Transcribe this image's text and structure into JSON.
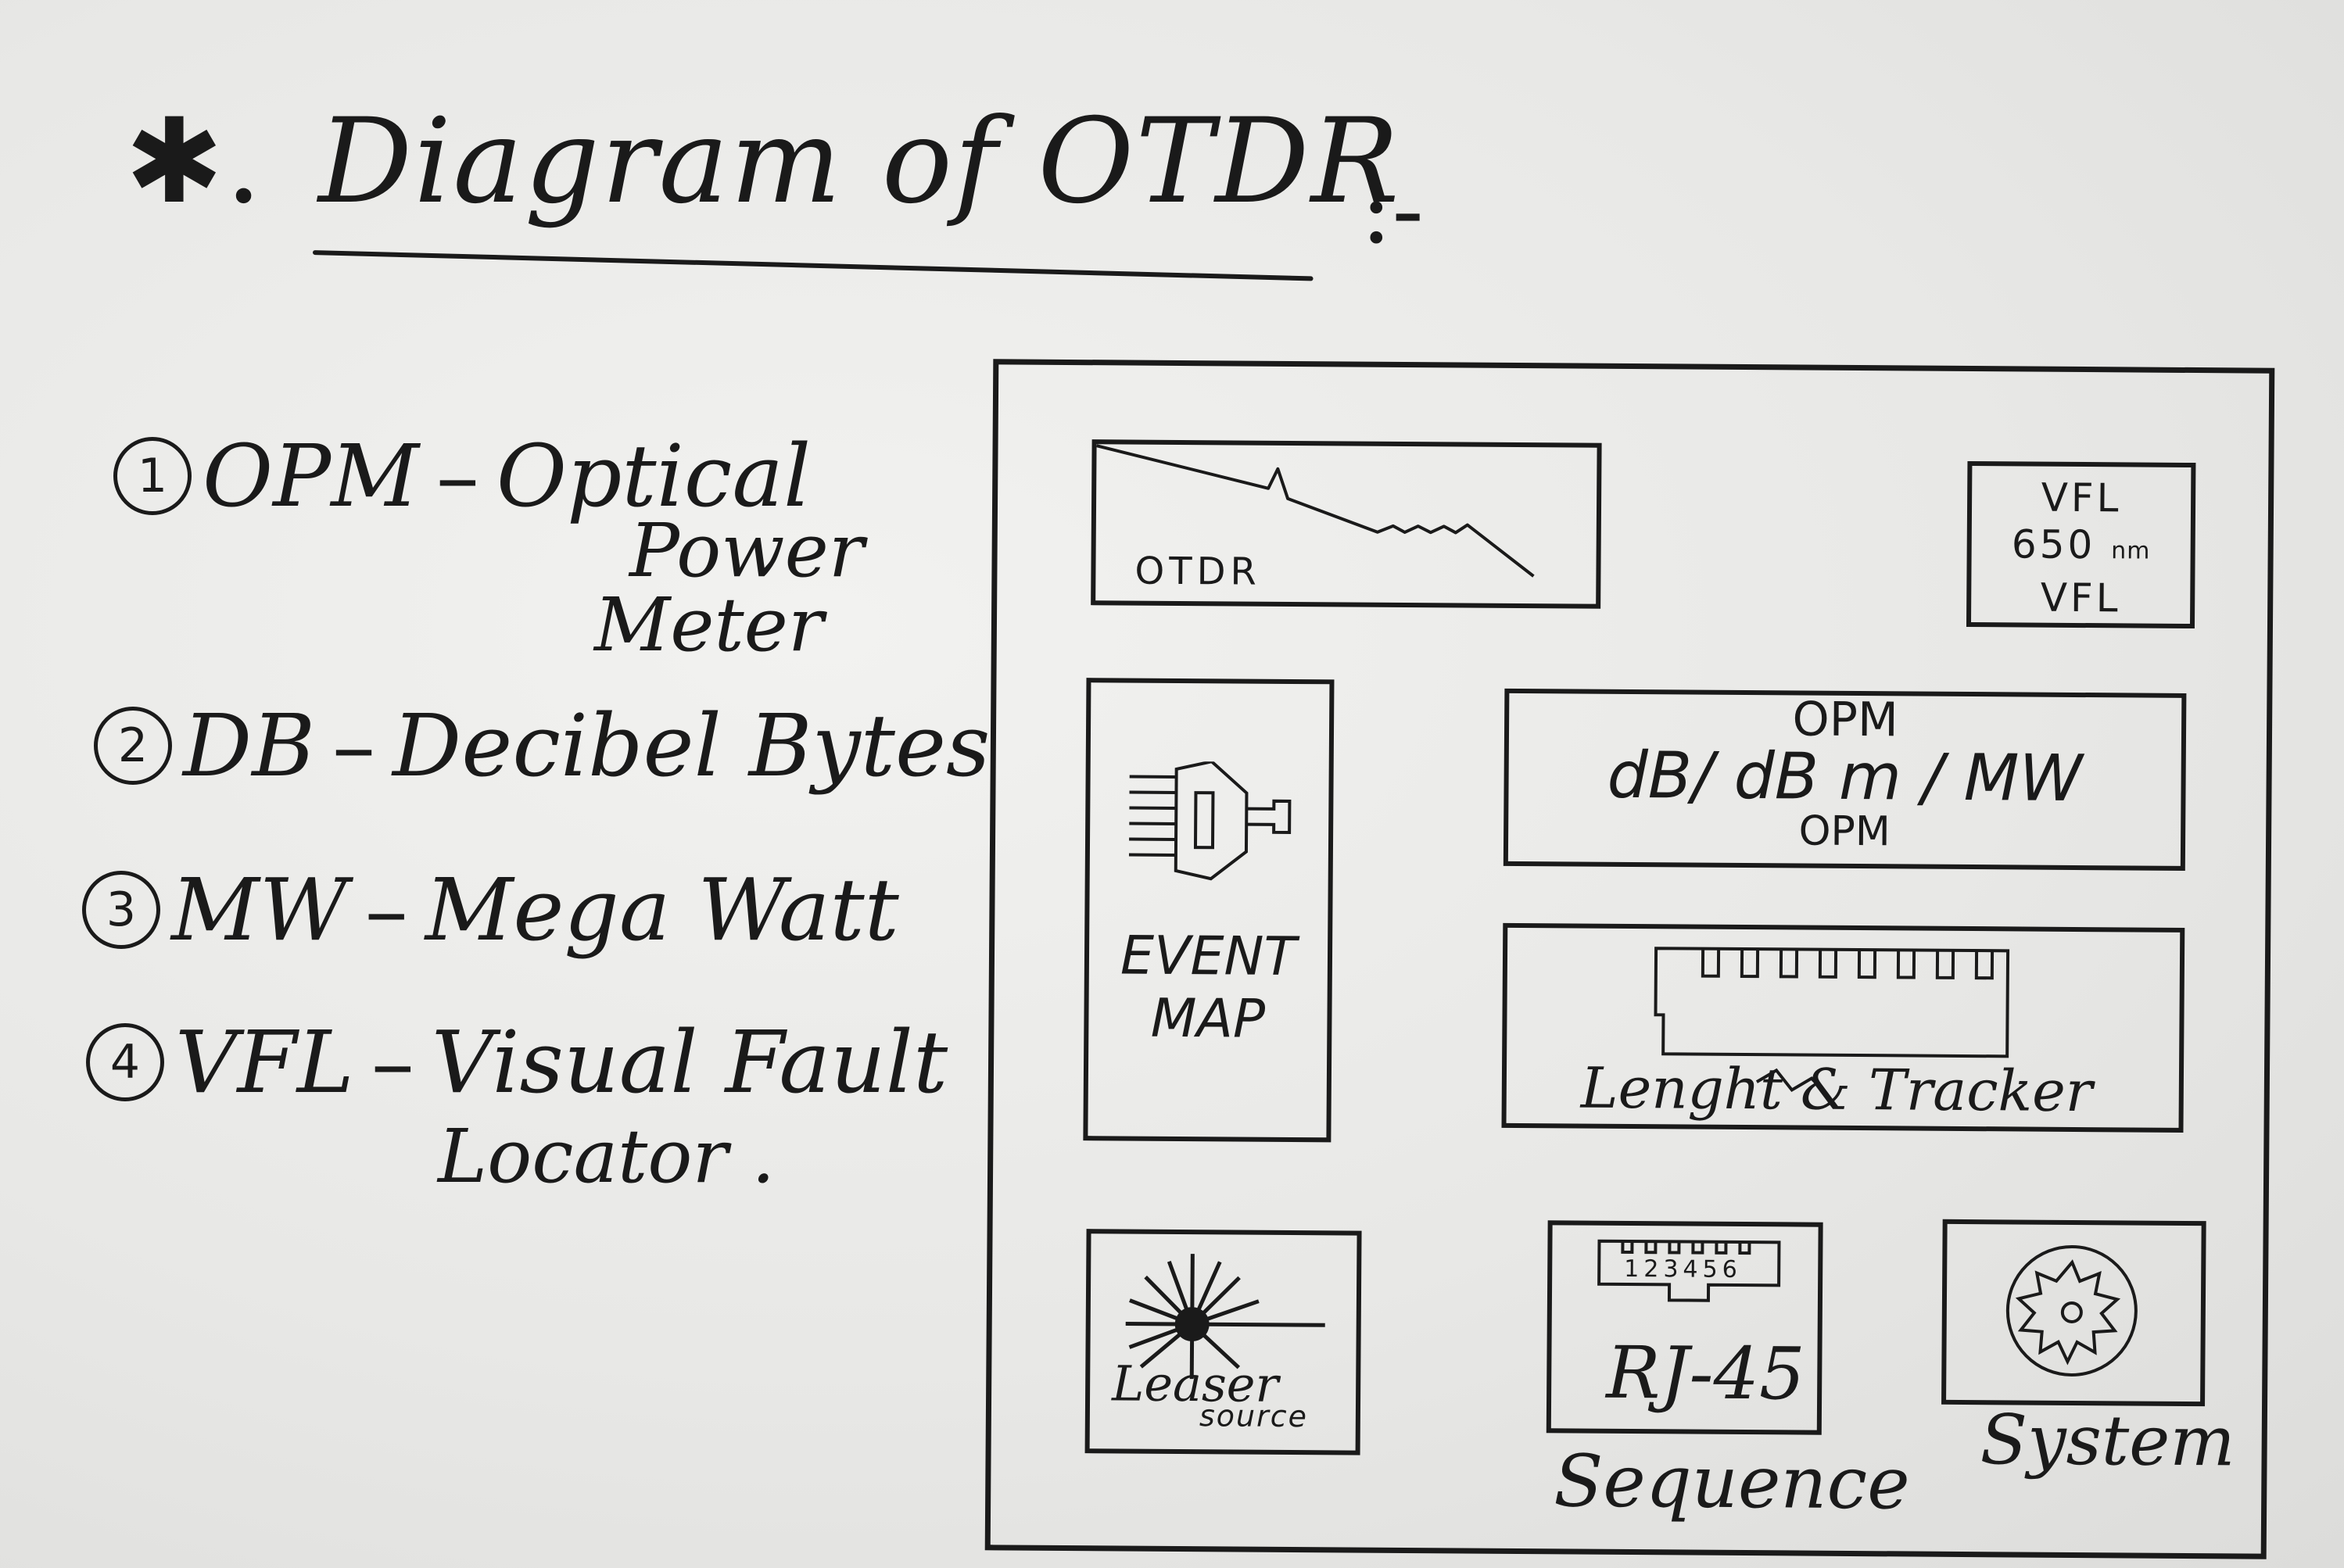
{
  "title": {
    "star": "✱.",
    "text": "Diagram of OTDR",
    "suffix": ":-"
  },
  "legend": [
    {
      "num": "1",
      "abbr": "OPM",
      "sep": "–",
      "def": "Optical",
      "cont": [
        "Power",
        "Meter"
      ]
    },
    {
      "num": "2",
      "abbr": "DB",
      "sep": "–",
      "def": "Decibel Bytes",
      "cont": []
    },
    {
      "num": "3",
      "abbr": "MW",
      "sep": "–",
      "def": "Mega Watt",
      "cont": []
    },
    {
      "num": "4",
      "abbr": "VFL",
      "sep": "–",
      "def": "Visual Fault",
      "cont": [
        "Locator ."
      ]
    }
  ],
  "device": {
    "otdr_panel": {
      "label": "OTDR",
      "icon": "otdr-trace-icon"
    },
    "vfl_panel": {
      "line1": "VFL",
      "line2": "650",
      "unit": "nm",
      "line3": "VFL"
    },
    "event_map_panel": {
      "line1": "EVENT",
      "line2": "MAP",
      "icon": "connector-icon"
    },
    "opm_panel": {
      "top": "OPM",
      "middle": "dB/ dB m / MW",
      "bottom": "OPM"
    },
    "tracker_panel": {
      "label": "Lenght   & Tracker",
      "icon": "cable-tracker-icon"
    },
    "laser_panel": {
      "line1": "Leaser",
      "line2": "source",
      "icon": "laser-burst-icon"
    },
    "rj45_panel": {
      "label": "RJ-45",
      "pins": "123456",
      "caption": "Sequence",
      "icon": "rj45-port-icon"
    },
    "system_panel": {
      "caption": "System",
      "icon": "gear-icon"
    }
  }
}
